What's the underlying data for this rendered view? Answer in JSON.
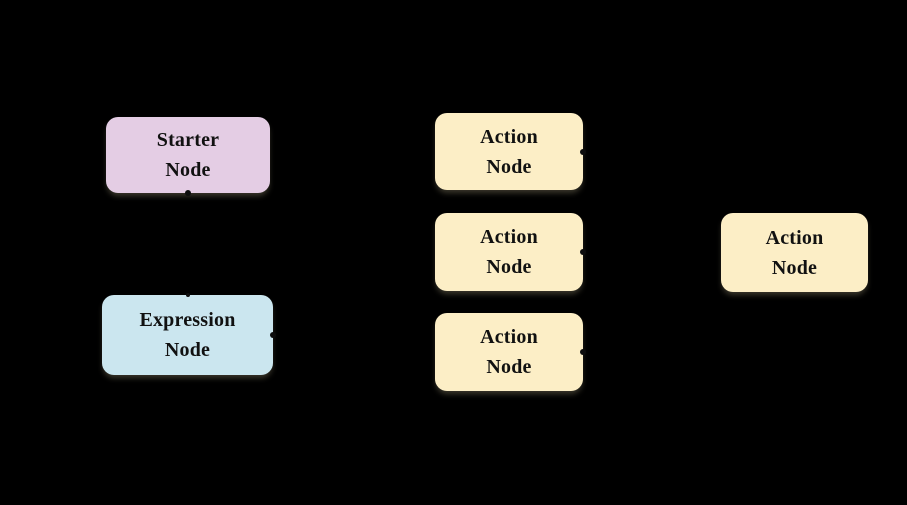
{
  "figure": {
    "background": "#000000",
    "text_color": "#111111",
    "handle_color": "#0d0d0d",
    "colors": {
      "starter_fill": "#e4cde4",
      "expression_fill": "#cbe6ef",
      "action_fill": "#fceec6"
    }
  },
  "nodes": [
    {
      "id": "starter-node",
      "label": "Starter\nNode",
      "fill": "#e4cde4"
    },
    {
      "id": "expression-node",
      "label": "Expression\nNode",
      "fill": "#cbe6ef"
    },
    {
      "id": "action-node-1",
      "label": "Action\nNode",
      "fill": "#fceec6"
    },
    {
      "id": "action-node-2",
      "label": "Action\nNode",
      "fill": "#fceec6"
    },
    {
      "id": "action-node-3",
      "label": "Action\nNode",
      "fill": "#fceec6"
    },
    {
      "id": "action-node-4",
      "label": "Action\nNode",
      "fill": "#fceec6"
    }
  ]
}
